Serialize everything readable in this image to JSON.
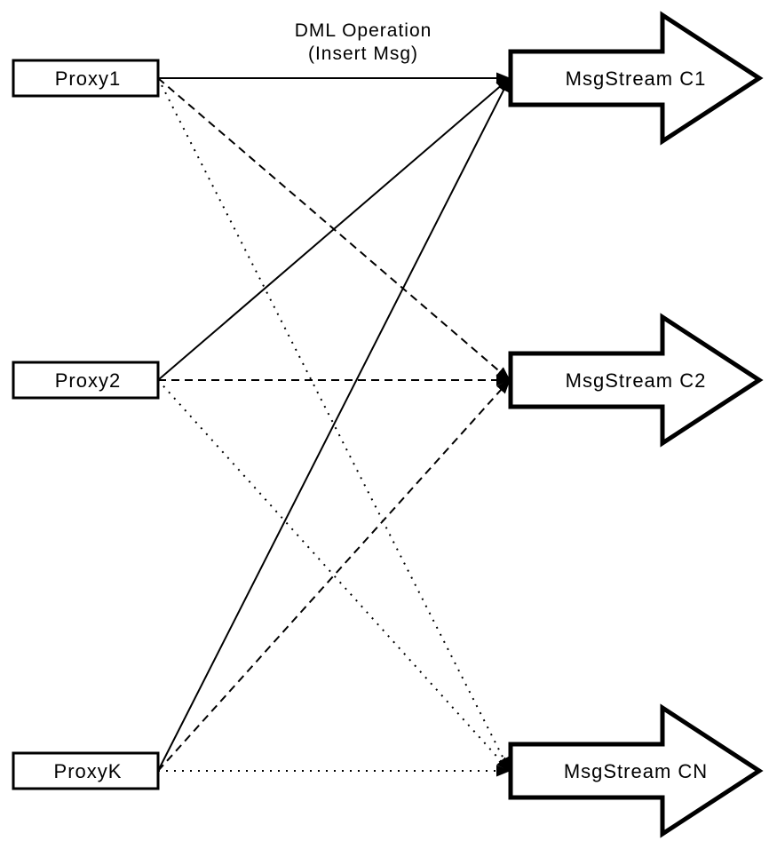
{
  "edge_label": {
    "line1": "DML Operation",
    "line2": "(Insert Msg)"
  },
  "proxies": [
    {
      "label": "Proxy1"
    },
    {
      "label": "Proxy2"
    },
    {
      "label": "ProxyK"
    }
  ],
  "streams": [
    {
      "label": "MsgStream C1"
    },
    {
      "label": "MsgStream C2"
    },
    {
      "label": "MsgStream CN"
    }
  ],
  "connections": [
    {
      "from": "Proxy1",
      "to": "MsgStream C1",
      "style": "solid"
    },
    {
      "from": "Proxy2",
      "to": "MsgStream C1",
      "style": "solid"
    },
    {
      "from": "ProxyK",
      "to": "MsgStream C1",
      "style": "solid"
    },
    {
      "from": "Proxy1",
      "to": "MsgStream C2",
      "style": "dashed"
    },
    {
      "from": "Proxy2",
      "to": "MsgStream C2",
      "style": "dashed"
    },
    {
      "from": "ProxyK",
      "to": "MsgStream C2",
      "style": "dashed"
    },
    {
      "from": "Proxy1",
      "to": "MsgStream CN",
      "style": "dotted"
    },
    {
      "from": "Proxy2",
      "to": "MsgStream CN",
      "style": "dotted"
    },
    {
      "from": "ProxyK",
      "to": "MsgStream CN",
      "style": "dotted"
    }
  ],
  "colors": {
    "background": "#ffffff",
    "stroke": "#000000",
    "node_fill": "#ffffff",
    "text": "#000000"
  }
}
